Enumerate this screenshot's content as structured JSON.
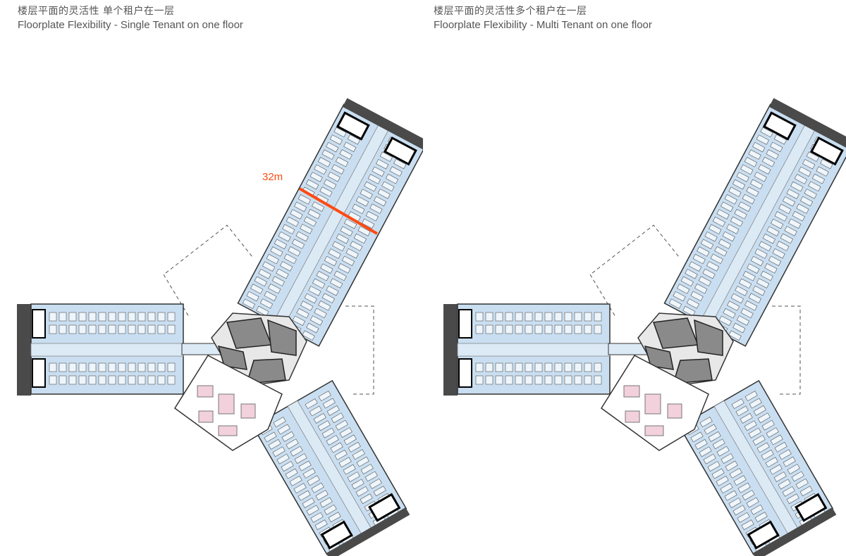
{
  "panels": [
    {
      "title_zh": "楼层平面的灵活性 单个租户在一层",
      "title_en": "Floorplate Flexibility - Single Tenant on one floor",
      "dimension_label": "32m"
    },
    {
      "title_zh": "楼层平面的灵活性多个租户在一层",
      "title_en": "Floorplate Flexibility - Multi Tenant on one floor"
    }
  ],
  "colors": {
    "office_fill": "#c9def0",
    "corridor_fill": "#dceaf6",
    "core_fill": "#8a8a8a",
    "facade": "#4a4a4a",
    "dimension_line": "#ff4a12",
    "meeting_room": "#f2d0dc",
    "dashed_outline": "#555555"
  }
}
